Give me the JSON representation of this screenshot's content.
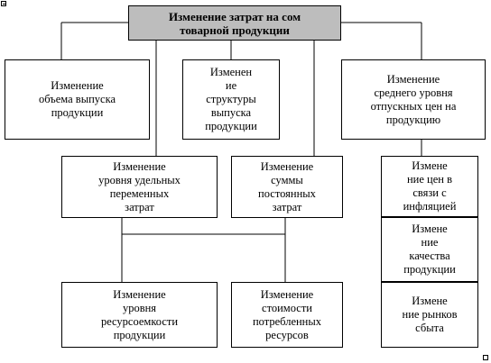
{
  "diagram": {
    "root": "Изменение затрат на сом\nтоварной продукции",
    "level1": {
      "volume": "Изменение\nобъема выпуска\nпродукции",
      "structure": "Изменен\nие\nструктуры\nвыпуска\nпродукции",
      "price": "Изменение\nсреднего уровня\nотпускных цен на\nпродукцию"
    },
    "level2": {
      "variable": "Изменение\nуровня удельных\nпеременных\nзатрат",
      "fixed": "Изменение\nсуммы\nпостоянных\nзатрат"
    },
    "level3": {
      "resource_intensity": "Изменение\nуровня\nресурсоемкости\nпродукции",
      "resource_cost": "Изменение\nстоимости\nпотребленных\nресурсов"
    },
    "price_factors": {
      "inflation": "Измене\nние цен в\nсвязи с\nинфляцией",
      "quality": "Измене\nние\nкачества\nпродукции",
      "markets": "Измене\nние рынков\nсбыта"
    }
  }
}
